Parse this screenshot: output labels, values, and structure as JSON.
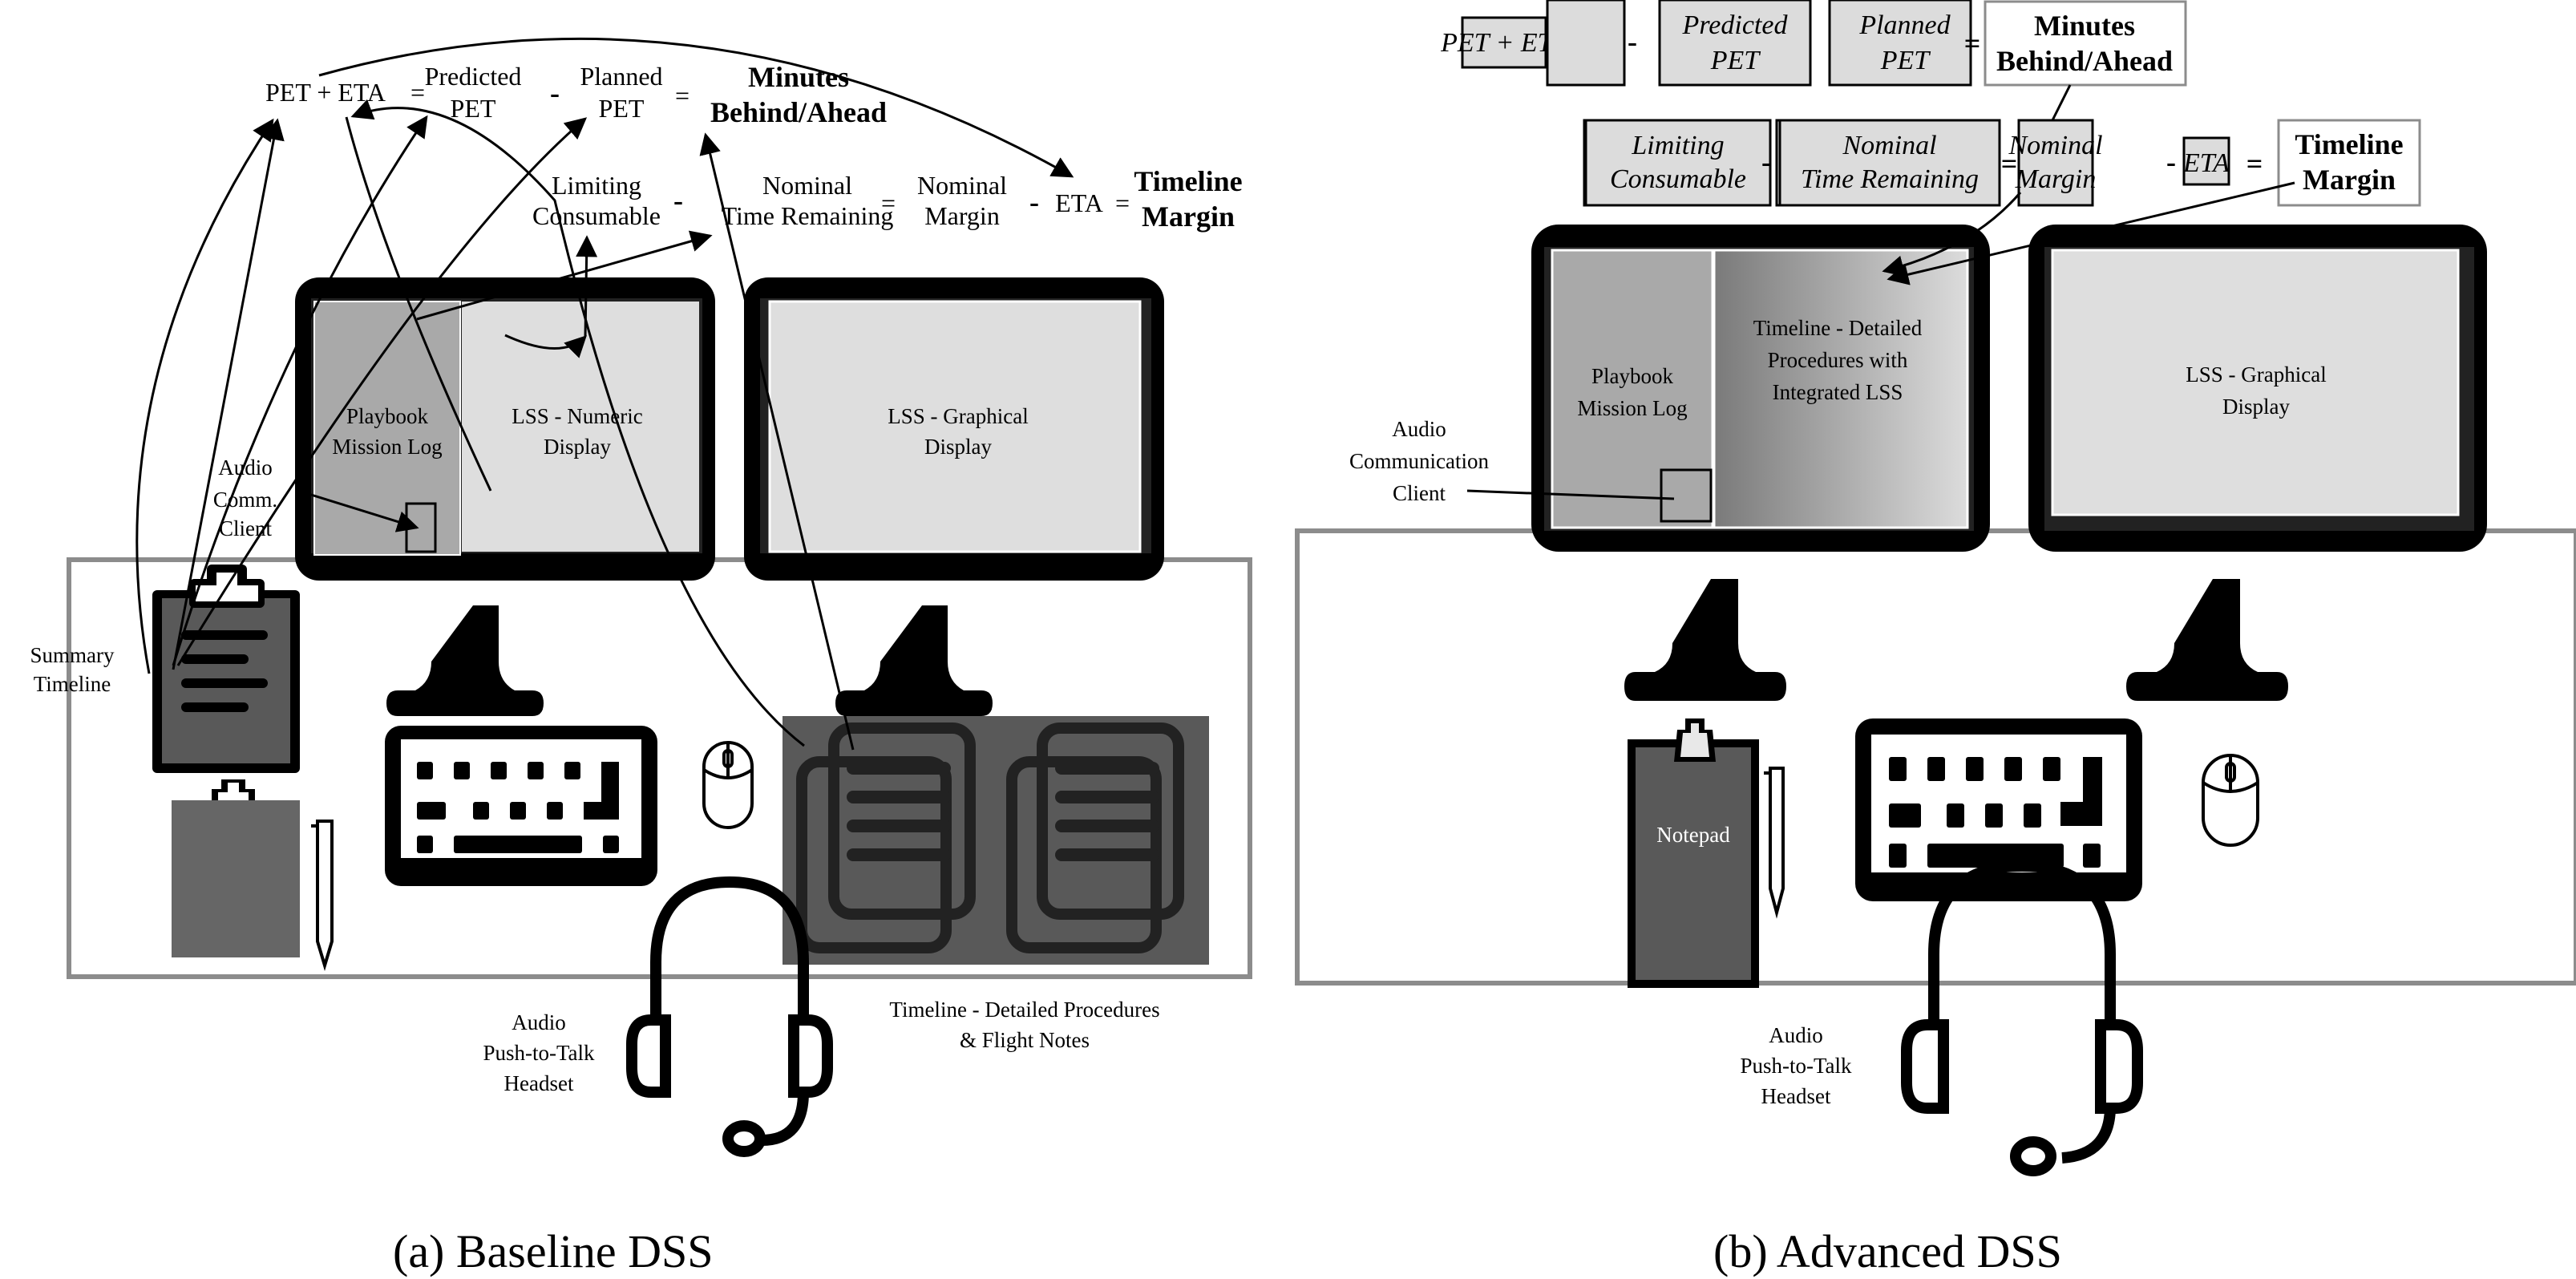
{
  "panels": {
    "baseline": {
      "caption": "(a)  Baseline DSS",
      "equations": {
        "row1": {
          "pet_eta": "PET + ETA",
          "eq1": "=",
          "predicted_l1": "Predicted",
          "predicted_l2": "PET",
          "minus": "-",
          "planned_l1": "Planned",
          "planned_l2": "PET",
          "eq2": "=",
          "result_l1": "Minutes",
          "result_l2": "Behind/Ahead"
        },
        "row2": {
          "limiting_l1": "Limiting",
          "limiting_l2": "Consumable",
          "minus1": "-",
          "nominal_l1": "Nominal",
          "nominal_l2": "Time Remaining",
          "eq1": "=",
          "margin_l1": "Nominal",
          "margin_l2": "Margin",
          "minus2": "-",
          "eta": "ETA",
          "eq2": "=",
          "result_l1": "Timeline",
          "result_l2": "Margin"
        }
      },
      "monitor_left": {
        "pane_left_l1": "Playbook",
        "pane_left_l2": "Mission Log",
        "pane_right_l1": "LSS - Numeric",
        "pane_right_l2": "Display"
      },
      "monitor_right": {
        "l1": "LSS - Graphical",
        "l2": "Display"
      },
      "labels": {
        "audio_client": [
          "Audio",
          "Comm.",
          "Client"
        ],
        "summary_timeline": [
          "Summary",
          "Timeline"
        ],
        "headset": [
          "Audio",
          "Push-to-Talk",
          "Headset"
        ],
        "procedures": [
          "Timeline - Detailed Procedures",
          "& Flight Notes"
        ]
      }
    },
    "advanced": {
      "caption": "(b)  Advanced DSS",
      "equations": {
        "row1": {
          "pet_eta": "PET + ETA",
          "eq1": "=",
          "predicted_l1": "Predicted",
          "predicted_l2": "PET",
          "minus": "-",
          "planned_l1": "Planned",
          "planned_l2": "PET",
          "eq2": "=",
          "result_l1": "Minutes",
          "result_l2": "Behind/Ahead"
        },
        "row2": {
          "limiting_l1": "Limiting",
          "limiting_l2": "Consumable",
          "minus1": "-",
          "nominal_l1": "Nominal",
          "nominal_l2": "Time Remaining",
          "eq1": "=",
          "margin_l1": "Nominal",
          "margin_l2": "Margin",
          "minus2": "-",
          "eta": "ETA",
          "eq2": "=",
          "result_l1": "Timeline",
          "result_l2": "Margin"
        }
      },
      "monitor_left": {
        "pane_left_l1": "Playbook",
        "pane_left_l2": "Mission Log",
        "pane_right_l1": "Timeline - Detailed",
        "pane_right_l2": "Procedures with",
        "pane_right_l3": "Integrated LSS"
      },
      "monitor_right": {
        "l1": "LSS - Graphical",
        "l2": "Display"
      },
      "labels": {
        "audio_client": [
          "Audio",
          "Communication",
          "Client"
        ],
        "notepad": "Notepad",
        "headset": [
          "Audio",
          "Push-to-Talk",
          "Headset"
        ]
      }
    }
  },
  "colors": {
    "box_fill": "#dcdcdc",
    "pane_dark": "#a9a9a9",
    "screen_light": "#dedede",
    "clipboard": "#595959",
    "desk_border": "#8c8c8c"
  }
}
